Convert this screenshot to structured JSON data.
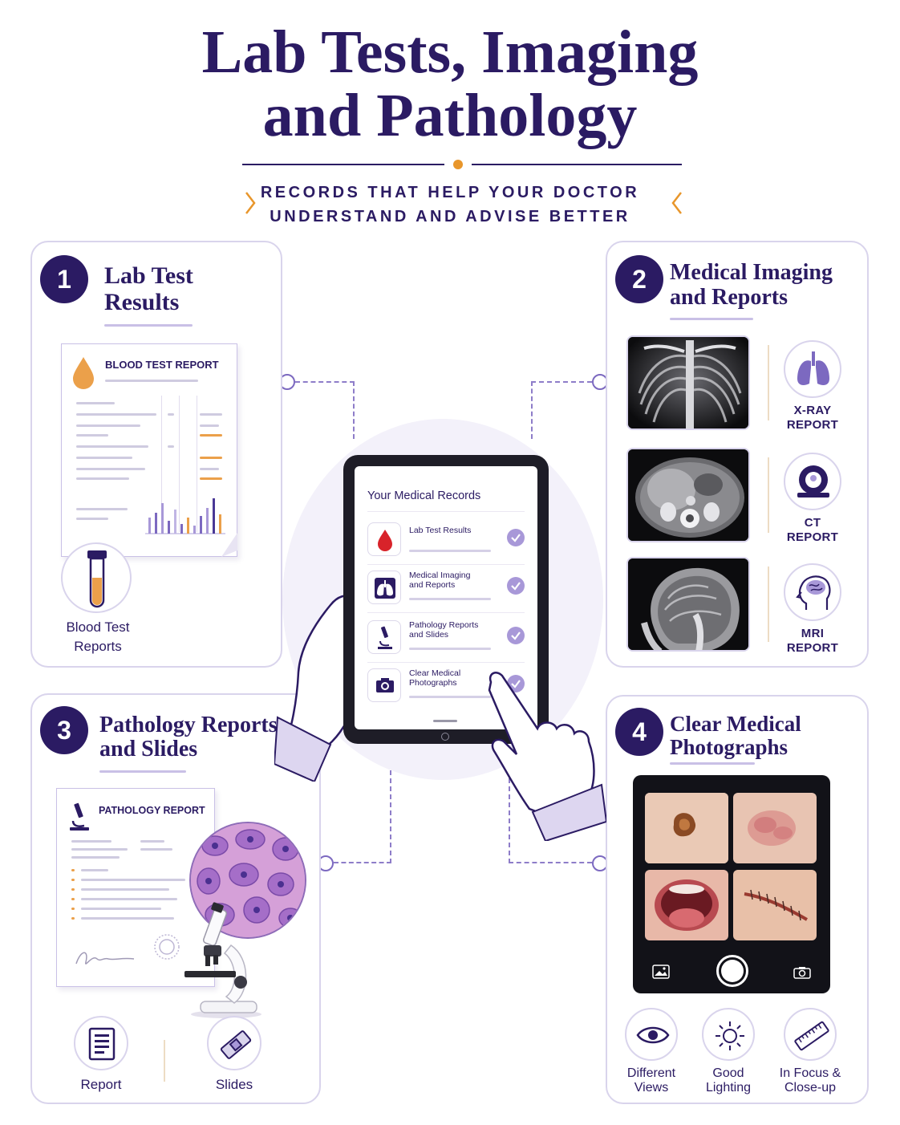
{
  "header": {
    "title_line1": "Lab Tests, Imaging",
    "title_line2": "and Pathology",
    "subtitle_line1": "RECORDS THAT HELP YOUR DOCTOR",
    "subtitle_line2": "UNDERSTAND AND ADVISE BETTER"
  },
  "colors": {
    "navy": "#2b1b63",
    "accent_orange": "#e8962b",
    "lavender": "#a898d8",
    "border": "#d9d4ec"
  },
  "lab": {
    "number": "1",
    "title_line1": "Lab Test",
    "title_line2": "Results",
    "report_title": "BLOOD TEST REPORT",
    "tube_label_line1": "Blood Test",
    "tube_label_line2": "Reports",
    "icons": [
      "blood-drop-icon",
      "test-tube-icon"
    ]
  },
  "imaging": {
    "number": "2",
    "title_line1": "Medical Imaging",
    "title_line2": "and Reports",
    "items": [
      {
        "label_line1": "X-RAY",
        "label_line2": "REPORT",
        "icon": "lungs-icon"
      },
      {
        "label_line1": "CT",
        "label_line2": "REPORT",
        "icon": "ct-scanner-icon"
      },
      {
        "label_line1": "MRI",
        "label_line2": "REPORT",
        "icon": "brain-head-icon"
      }
    ]
  },
  "pathology": {
    "number": "3",
    "title_line1": "Pathology Reports",
    "title_line2": "and Slides",
    "report_title": "PATHOLOGY REPORT",
    "report_label": "Report",
    "slides_label": "Slides",
    "icons": [
      "microscope-icon",
      "report-icon",
      "slide-icon"
    ]
  },
  "photos": {
    "number": "4",
    "title_line1": "Clear Medical",
    "title_line2": "Photographs",
    "tips": [
      {
        "line1": "Different",
        "line2": "Views",
        "icon": "eye-icon"
      },
      {
        "line1": "Good",
        "line2": "Lighting",
        "icon": "sun-icon"
      },
      {
        "line1": "In Focus &",
        "line2": "Close-up",
        "icon": "ruler-icon"
      }
    ]
  },
  "tablet": {
    "title": "Your Medical Records",
    "rows": [
      {
        "line1": "Lab Test Results",
        "line2": "",
        "icon": "blood-drop-icon"
      },
      {
        "line1": "Medical Imaging",
        "line2": "and Reports",
        "icon": "lungs-icon"
      },
      {
        "line1": "Pathology Reports",
        "line2": "and Slides",
        "icon": "microscope-icon"
      },
      {
        "line1": "Clear Medical",
        "line2": "Photographs",
        "icon": "camera-icon"
      }
    ]
  }
}
